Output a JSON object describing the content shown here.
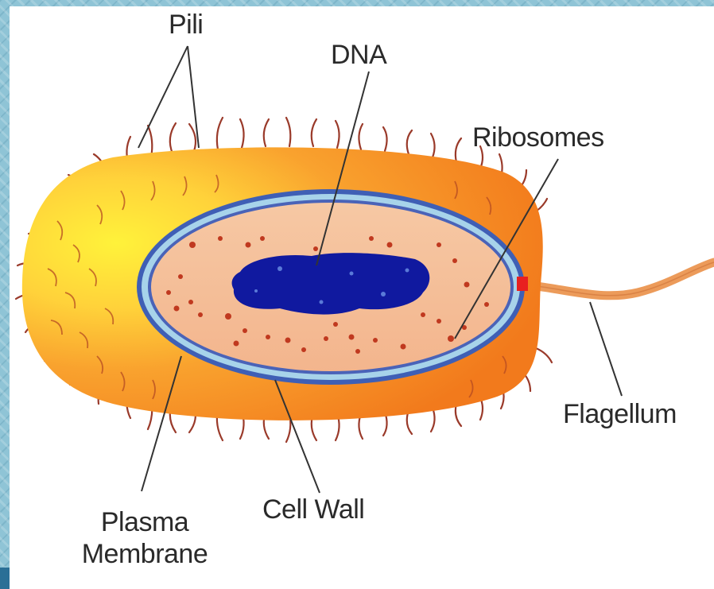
{
  "diagram": {
    "labels": {
      "pili": "Pili",
      "dna": "DNA",
      "ribosomes": "Ribosomes",
      "flagellum": "Flagellum",
      "plasma_membrane_line1": "Plasma",
      "plasma_membrane_line2": "Membrane",
      "cell_wall": "Cell Wall"
    }
  },
  "colors": {
    "frame_background": "#8fc4d6",
    "capsule_outer": "#f58a22",
    "capsule_highlight": "#fff23a",
    "cell_wall_outline": "#3f5fb5",
    "cell_wall_light": "#a7d3ea",
    "cytoplasm": "#f5c09a",
    "dna": "#10199f",
    "ribosomes": "#c0391f",
    "flagellum": "#ec9b5a",
    "pili": "#9a3a2a",
    "leader_lines": "#333333"
  }
}
